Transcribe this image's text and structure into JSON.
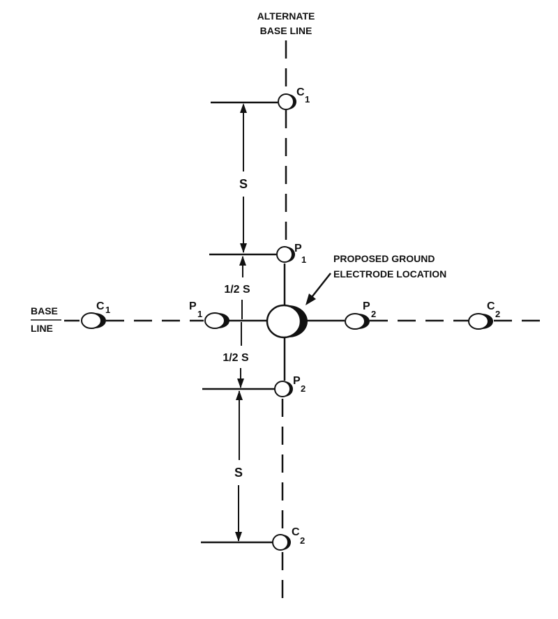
{
  "labels": {
    "alternate_line_1": "ALTERNATE",
    "alternate_line_2": "BASE LINE",
    "base_line_1": "BASE",
    "base_line_2": "LINE",
    "proposed_line_1": "PROPOSED GROUND",
    "proposed_line_2": "ELECTRODE LOCATION",
    "spacing_s": "S",
    "spacing_half_s": "1/2 S"
  },
  "probes": {
    "letter_c": "C",
    "letter_p": "P",
    "sub_1": "1",
    "sub_2": "2"
  },
  "colors": {
    "ink": "#111111",
    "background": "#ffffff"
  }
}
